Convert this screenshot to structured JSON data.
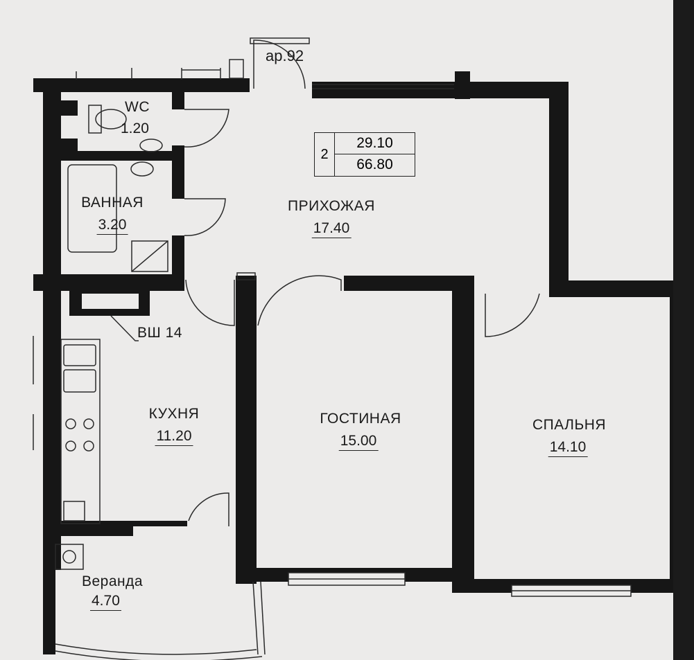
{
  "apartment": {
    "number_label": "ар.92",
    "rooms_count": "2",
    "living_area": "29.10",
    "total_area": "66.80"
  },
  "rooms": {
    "wc": {
      "name": "WC",
      "area": "1.20"
    },
    "bathroom": {
      "name": "ВАННАЯ",
      "area": "3.20"
    },
    "hallway": {
      "name": "ПРИХОЖАЯ",
      "area": "17.40"
    },
    "kitchen": {
      "name": "КУХНЯ",
      "area": "11.20"
    },
    "living_room": {
      "name": "ГОСТИНАЯ",
      "area": "15.00"
    },
    "bedroom": {
      "name": "СПАЛЬНЯ",
      "area": "14.10"
    },
    "veranda": {
      "name": "Веранда",
      "area": "4.70"
    }
  },
  "shaft_label": "ВШ 14",
  "colors": {
    "wall": "#161616",
    "paper": "#ecebea",
    "line": "#2a2a2a"
  }
}
